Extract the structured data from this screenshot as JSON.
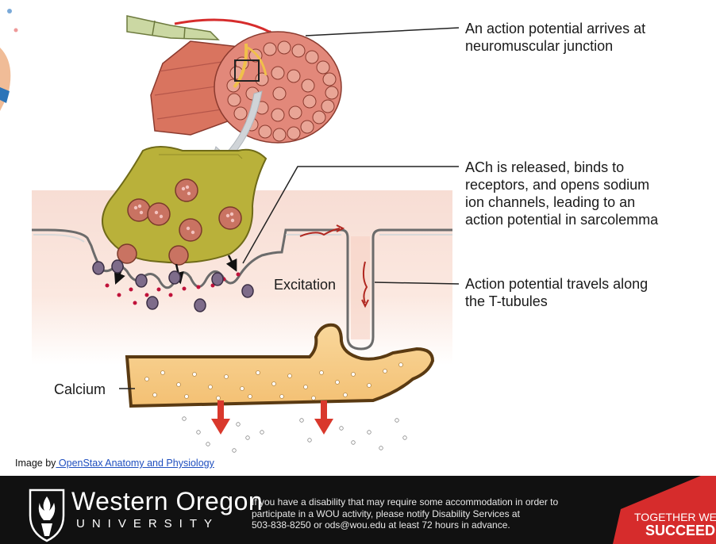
{
  "labels": {
    "step1": [
      "An action potential arrives at",
      "neuromuscular junction"
    ],
    "step2": [
      "ACh is released, binds to",
      "receptors, and opens sodium",
      "ion channels, leading to an",
      "action potential in sarcolemma"
    ],
    "step3": [
      "Action potential travels along",
      "the T-tubules"
    ],
    "excitation": "Excitation",
    "calcium": "Calcium"
  },
  "credit": {
    "prefix": "Image by",
    "link": " OpenStax Anatomy and Physiology"
  },
  "footer": {
    "logo_word": "Western Oregon",
    "logo_sub": "UNIVERSITY",
    "notice": [
      "If you have a disability that may require some accommodation in order to",
      "participate in a WOU activity, please notify Disability Services at",
      "503-838-8250 or ods@wou.edu at least 72 hours in advance."
    ],
    "tagline_top": "TOGETHER WE",
    "tagline_bottom": "SUCCEED"
  },
  "colors": {
    "footer_bg": "#111111",
    "accent_red": "#d62c2c",
    "link": "#1f4fbf"
  }
}
